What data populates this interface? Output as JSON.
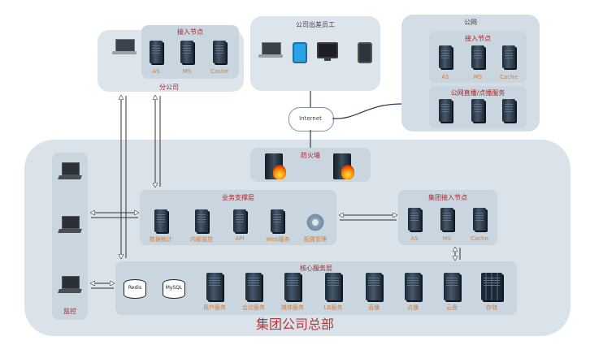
{
  "branch": {
    "title": "接入节点",
    "caption": "分公司",
    "servers": [
      "AS",
      "MS",
      "Cache"
    ]
  },
  "traveling": {
    "title": "公司出差员工"
  },
  "public_net": {
    "title": "公网",
    "access": {
      "title": "接入节点",
      "servers": [
        "AS",
        "MS",
        "Cache"
      ]
    },
    "live": {
      "title": "公网直播/点播服务"
    }
  },
  "internet": {
    "label": "Internet"
  },
  "firewall": {
    "title": "防火墙"
  },
  "support": {
    "title": "业务支撑层",
    "items": [
      "数据统计",
      "内部监控",
      "API",
      "Web服务",
      "配置管理"
    ]
  },
  "group_access": {
    "title": "集团接入节点",
    "servers": [
      "AS",
      "MS",
      "Cache"
    ]
  },
  "core": {
    "title": "核心服务层",
    "dbs": [
      "Redis",
      "MySQL"
    ],
    "items": [
      "用户服务",
      "会议服务",
      "媒体服务",
      "LB服务",
      "直播",
      "点播",
      "云盘",
      "存储"
    ]
  },
  "monitor": {
    "label": "监控"
  },
  "hq": {
    "title": "集团公司总部"
  }
}
